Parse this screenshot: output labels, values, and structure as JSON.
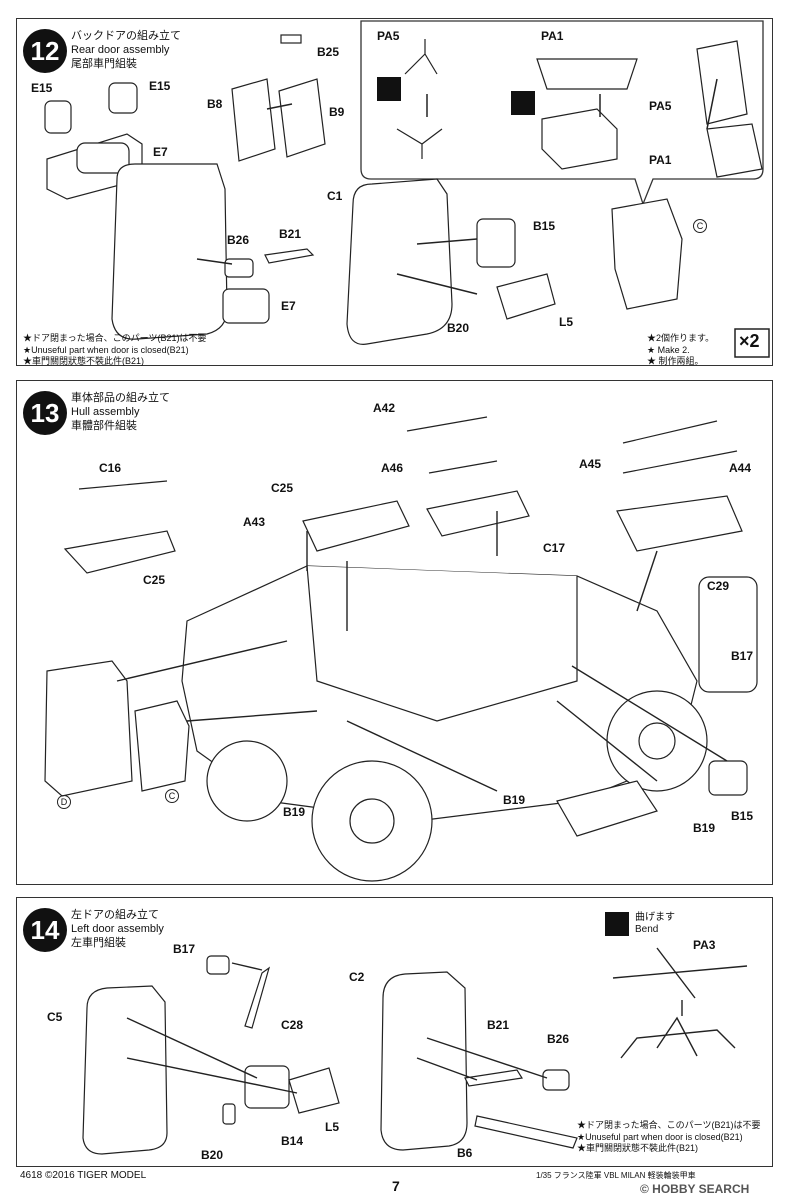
{
  "step12": {
    "number": "12",
    "title_jp": "バックドアの組み立て",
    "title_en": "Rear door assembly",
    "title_cn": "尾部車門組裝",
    "labels": [
      "E15",
      "E15",
      "E7",
      "B8",
      "B25",
      "B9",
      "B26",
      "B21",
      "E7",
      "C1",
      "B15",
      "B20",
      "L5"
    ],
    "inset_labels": [
      "PA5",
      "PA1",
      "PA5",
      "PA1"
    ],
    "note": [
      "★ドア閉まった場合、このパーツ(B21)は不要",
      "★Unuseful part when door is closed(B21)",
      "★車門關閉狀態不裝此件(B21)"
    ],
    "make2": [
      "★2個作ります。",
      "★ Make 2.",
      "★ 制作兩組。"
    ],
    "marker_c": "C",
    "x2": "×2"
  },
  "step13": {
    "number": "13",
    "title_jp": "車体部品の組み立て",
    "title_en": "Hull assembly",
    "title_cn": "車體部件組裝",
    "labels": [
      "A42",
      "A46",
      "C16",
      "C25",
      "C25",
      "A43",
      "C17",
      "A45",
      "A44",
      "C29",
      "B17",
      "B19",
      "B19",
      "B19",
      "B15"
    ],
    "marker_d": "D",
    "marker_c": "C"
  },
  "step14": {
    "number": "14",
    "title_jp": "左ドアの組み立て",
    "title_en": "Left door assembly",
    "title_cn": "左車門組裝",
    "labels": [
      "B17",
      "C5",
      "C28",
      "L5",
      "B20",
      "B14",
      "C2",
      "B21",
      "B26",
      "B6"
    ],
    "bend": {
      "jp": "曲げます",
      "en": "Bend",
      "part": "PA3"
    },
    "note": [
      "★ドア閉まった場合、このパーツ(B21)は不要",
      "★Unuseful part when door is closed(B21)",
      "★車門關閉狀態不裝此件(B21)"
    ]
  },
  "footer": {
    "left": "4618 ©2016 TIGER MODEL",
    "page": "7",
    "right": "1/35 フランス陸軍 VBL MILAN 軽装輪装甲車",
    "watermark": "© HOBBY SEARCH"
  }
}
